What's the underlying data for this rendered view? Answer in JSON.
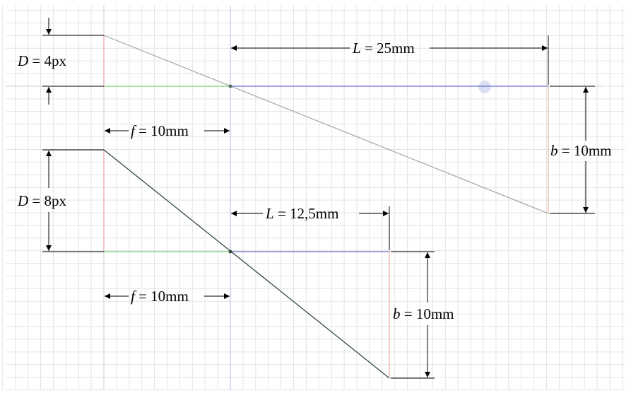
{
  "colors": {
    "grid_minor": "#e4e4e4",
    "grid_major": "#cdcdcd",
    "axis_guide": "#b7b7de",
    "ray_top": "#9aa8a3",
    "ray_bottom": "#2e4a3c",
    "focal_segment": "#77d677",
    "image_segment": "#6c6cd6",
    "aperture": "#e7a0a0",
    "sensor": "#e9b19c",
    "dimension": "#000000"
  },
  "diagrams": [
    {
      "name": "small-aperture",
      "aperture": {
        "var": "D",
        "text": " = 4px"
      },
      "focal": {
        "var": "f",
        "text": " = 10mm"
      },
      "distance": {
        "var": "L",
        "text": " = 25mm"
      },
      "blur": {
        "var": "b",
        "text": " = 10mm"
      }
    },
    {
      "name": "large-aperture",
      "aperture": {
        "var": "D",
        "text": " = 8px"
      },
      "focal": {
        "var": "f",
        "text": " = 10mm"
      },
      "distance": {
        "var": "L",
        "text": " = 12,5mm"
      },
      "blur": {
        "var": "b",
        "text": " = 10mm"
      }
    }
  ]
}
